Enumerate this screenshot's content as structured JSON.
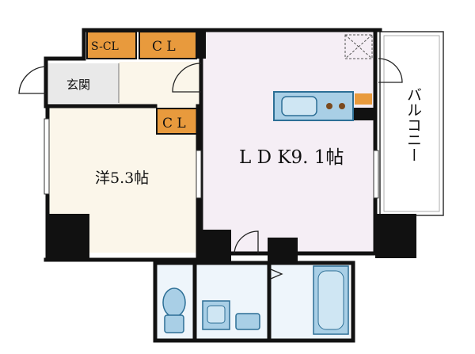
{
  "rooms": {
    "ldk": "L D K9. 1帖",
    "western": "洋5.3帖",
    "entrance": "玄関",
    "balcony": "バルコニー",
    "closet_top": "C L",
    "closet_mid": "C L",
    "shoe_closet": "S-CL"
  },
  "colors": {
    "wall": "#111111",
    "room_floor": "#fbf6ea",
    "ldk_floor": "#f5eef5",
    "wet_floor": "#eef5fb",
    "closet": "#e89a3d",
    "fixture": "#a9cfe6",
    "fixture_stroke": "#2d6f96"
  }
}
